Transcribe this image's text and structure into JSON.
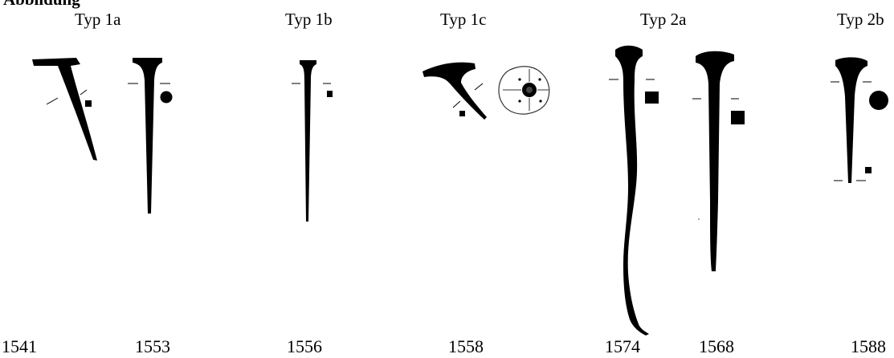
{
  "cropped_heading": "Abbildung",
  "types": [
    {
      "label": "Typ 1a"
    },
    {
      "label": "Typ 1b"
    },
    {
      "label": "Typ 1c"
    },
    {
      "label": "Typ 2a"
    },
    {
      "label": "Typ 2b"
    }
  ],
  "nails": [
    {
      "id": "1541"
    },
    {
      "id": "1553"
    },
    {
      "id": "1556"
    },
    {
      "id": "1558"
    },
    {
      "id": "1574"
    },
    {
      "id": "1568"
    },
    {
      "id": "1588"
    }
  ],
  "colors": {
    "ink": "#000000",
    "paper": "#ffffff",
    "outline": "#333333"
  }
}
